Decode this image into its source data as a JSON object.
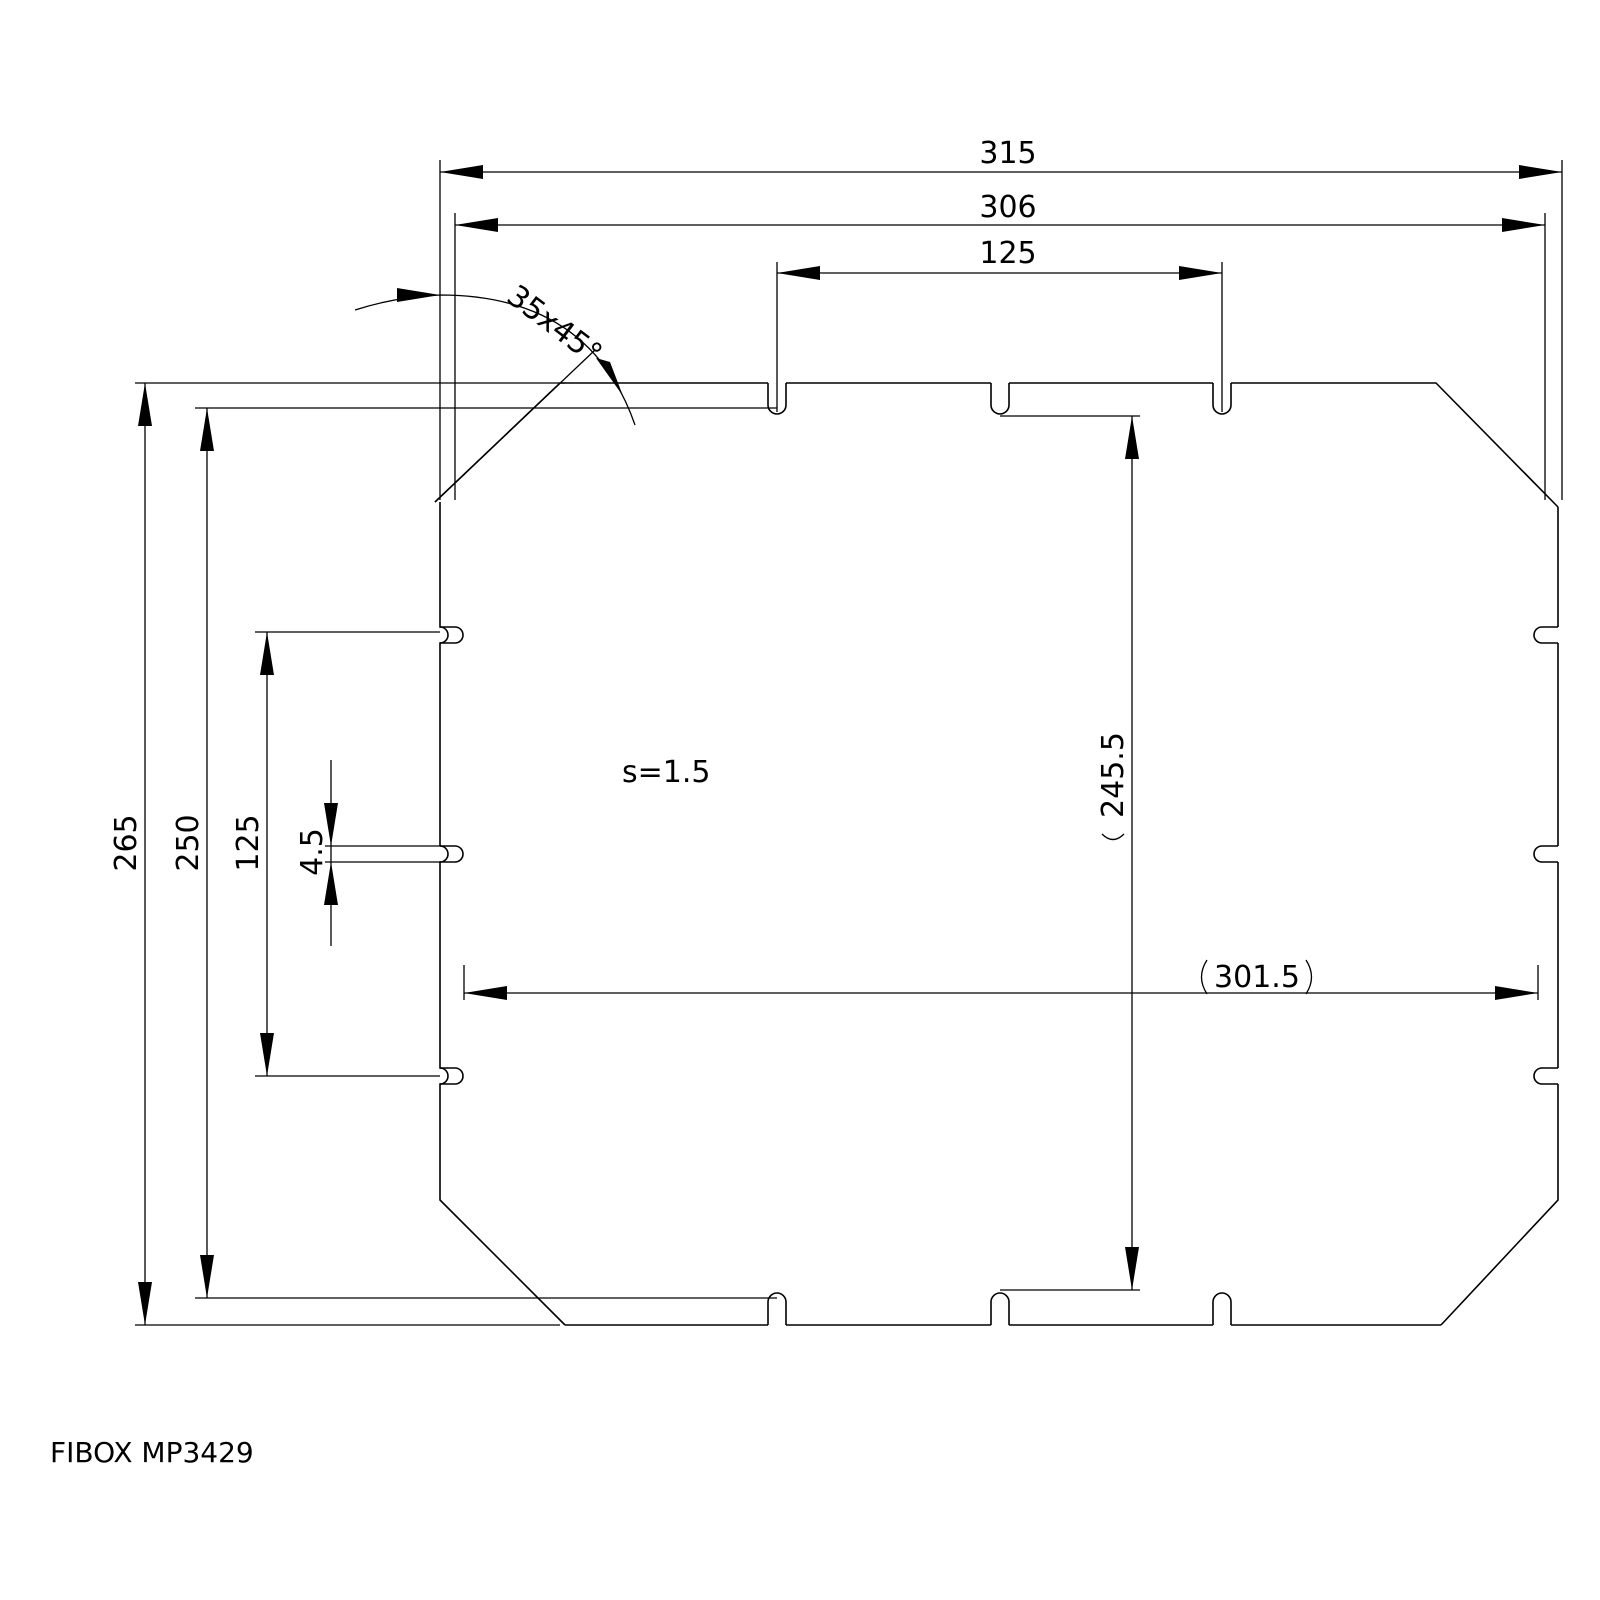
{
  "part_label": "FIBOX MP3429",
  "thickness_label": "s=1.5",
  "dimensions": {
    "overall_width": "315",
    "inner_width": "306",
    "top_slot_spacing": "125",
    "corner_chamfer": "35x45°",
    "overall_height": "265",
    "inner_height": "250",
    "side_slot_spacing": "125",
    "slot_width": "4.5",
    "reference_height": "245.5",
    "reference_width": "301.5"
  }
}
